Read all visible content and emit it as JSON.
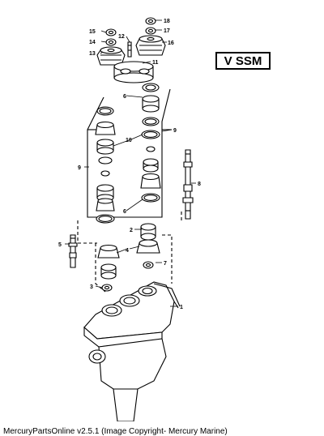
{
  "badge": "V SSM",
  "caption": "MercuryPartsOnline v2.5.1 (Image Copyright- Mercury Marine)",
  "callouts": [
    "1",
    "2",
    "3",
    "4",
    "5",
    "6",
    "6",
    "7",
    "8",
    "9",
    "9",
    "10",
    "11",
    "12",
    "13",
    "14",
    "15",
    "16",
    "17",
    "18"
  ]
}
